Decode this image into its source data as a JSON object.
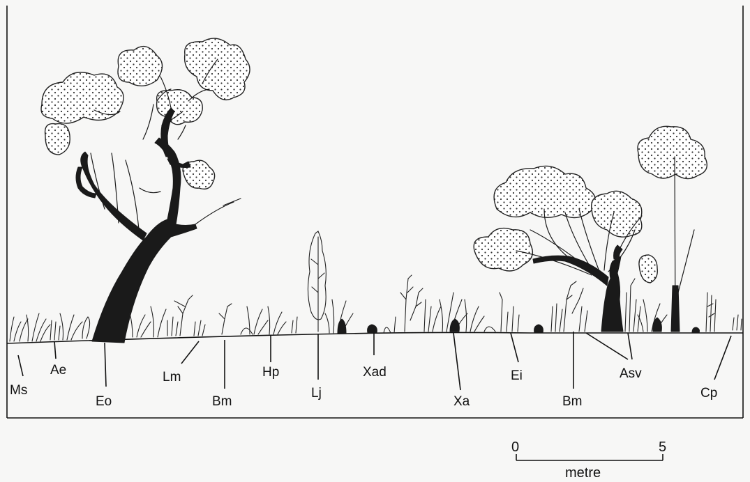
{
  "species_labels": [
    {
      "id": "ms",
      "text": "Ms"
    },
    {
      "id": "ae",
      "text": "Ae"
    },
    {
      "id": "eo",
      "text": "Eo"
    },
    {
      "id": "lm",
      "text": "Lm"
    },
    {
      "id": "bm1",
      "text": "Bm"
    },
    {
      "id": "hp",
      "text": "Hp"
    },
    {
      "id": "lj",
      "text": "Lj"
    },
    {
      "id": "xad",
      "text": "Xad"
    },
    {
      "id": "xa",
      "text": "Xa"
    },
    {
      "id": "ei",
      "text": "Ei"
    },
    {
      "id": "bm2",
      "text": "Bm"
    },
    {
      "id": "asv",
      "text": "Asv"
    },
    {
      "id": "cp",
      "text": "Cp"
    }
  ],
  "scale_bar": {
    "start_label": "0",
    "end_label": "5",
    "unit": "metre"
  },
  "colors": {
    "ink": "#1a1a1a",
    "background": "#f7f7f6"
  }
}
